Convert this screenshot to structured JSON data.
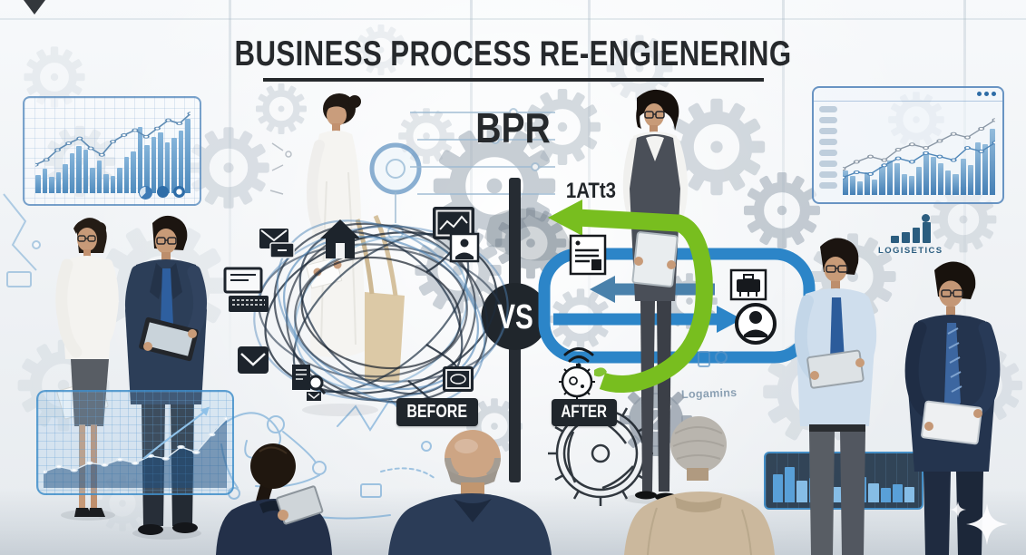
{
  "title": {
    "text": "BUSINESS PROCESS RE-ENGIENERING",
    "acronym": "BPR"
  },
  "comparison": {
    "vs": "VS",
    "before_label": "BEFORE",
    "after_label": "AFTER"
  },
  "annotations": {
    "after_code": "1ATt3",
    "small_watermark": "Logamins"
  },
  "logo": {
    "name": "LOGISETICS"
  },
  "colors": {
    "flow_blue": "#2c85c8",
    "flow_teal": "#4a81ab",
    "green_accent": "#78be1f",
    "dark_ink": "#20262c",
    "gear_gray": "#a5b1bc",
    "chart_blue": "#4a86bb",
    "logo_blue": "#2b5d7f",
    "panel_navy": "#0c2034",
    "sketch_blue": "#5b9bd0"
  },
  "icons": [
    "house-icon",
    "bar-chart-icon",
    "person-square-icon",
    "mail-laptop-icon",
    "monitor-keyboard-icon",
    "envelope-icon",
    "documents-search-icon",
    "screen-icon",
    "document-icon",
    "wifi-gear-icon",
    "briefcase-icon",
    "user-circle-icon",
    "gear-icon",
    "sparkle-icon",
    "window-dots-icon"
  ],
  "charts": {
    "top_left": {
      "type": "bar",
      "bars": [
        22,
        30,
        20,
        26,
        36,
        50,
        58,
        54,
        32,
        40,
        24,
        21,
        31,
        45,
        52,
        82,
        60,
        70,
        75,
        63,
        68,
        78,
        92
      ],
      "line": [
        30,
        36,
        48,
        56,
        62,
        50,
        42,
        58,
        66,
        72,
        64,
        74,
        84,
        80,
        92
      ]
    },
    "top_right": {
      "type": "bar",
      "bars": [
        28,
        22,
        16,
        26,
        18,
        32,
        40,
        36,
        24,
        22,
        32,
        48,
        44,
        36,
        28,
        24,
        42,
        34,
        60,
        58,
        76
      ],
      "line_a": [
        28,
        36,
        42,
        38,
        50,
        56,
        52,
        60,
        68,
        64,
        74,
        84
      ],
      "line_b": [
        18,
        24,
        22,
        32,
        40,
        36,
        46,
        42,
        38,
        52,
        48,
        58
      ]
    },
    "bottom_left": {
      "type": "area",
      "values": [
        18,
        24,
        20,
        28,
        26,
        32,
        28,
        36,
        33,
        46,
        40,
        60,
        78
      ]
    },
    "bottom_right": {
      "type": "bar",
      "bars": [
        68,
        84,
        52,
        58,
        44,
        38,
        50,
        60,
        46,
        34,
        44,
        38
      ]
    },
    "logo_bars": [
      32,
      48,
      66,
      90
    ]
  }
}
